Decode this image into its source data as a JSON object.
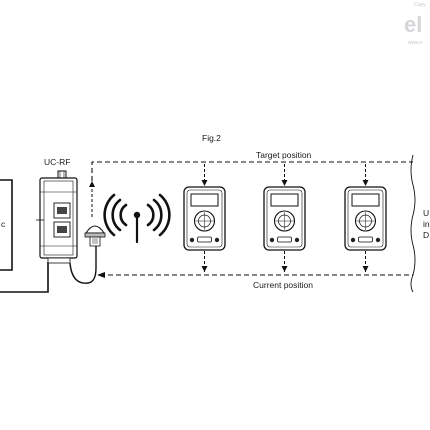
{
  "figure": {
    "caption": "Fig.2",
    "device_label": "UC-RF",
    "target_label": "Target position",
    "current_label": "Current position",
    "right_text_line1": "U",
    "right_text_line2": "in",
    "right_text_line3": "D",
    "left_box_text": "c"
  },
  "watermark": {
    "copyright_text": "Copy",
    "logo_text": "el",
    "small_text": "www.e"
  },
  "indicators": [
    {
      "name": "indicator-1"
    },
    {
      "name": "indicator-2"
    },
    {
      "name": "indicator-3"
    }
  ],
  "icons": {
    "wireless": "wireless-signal-icon",
    "sensor": "sensor-probe-icon"
  }
}
